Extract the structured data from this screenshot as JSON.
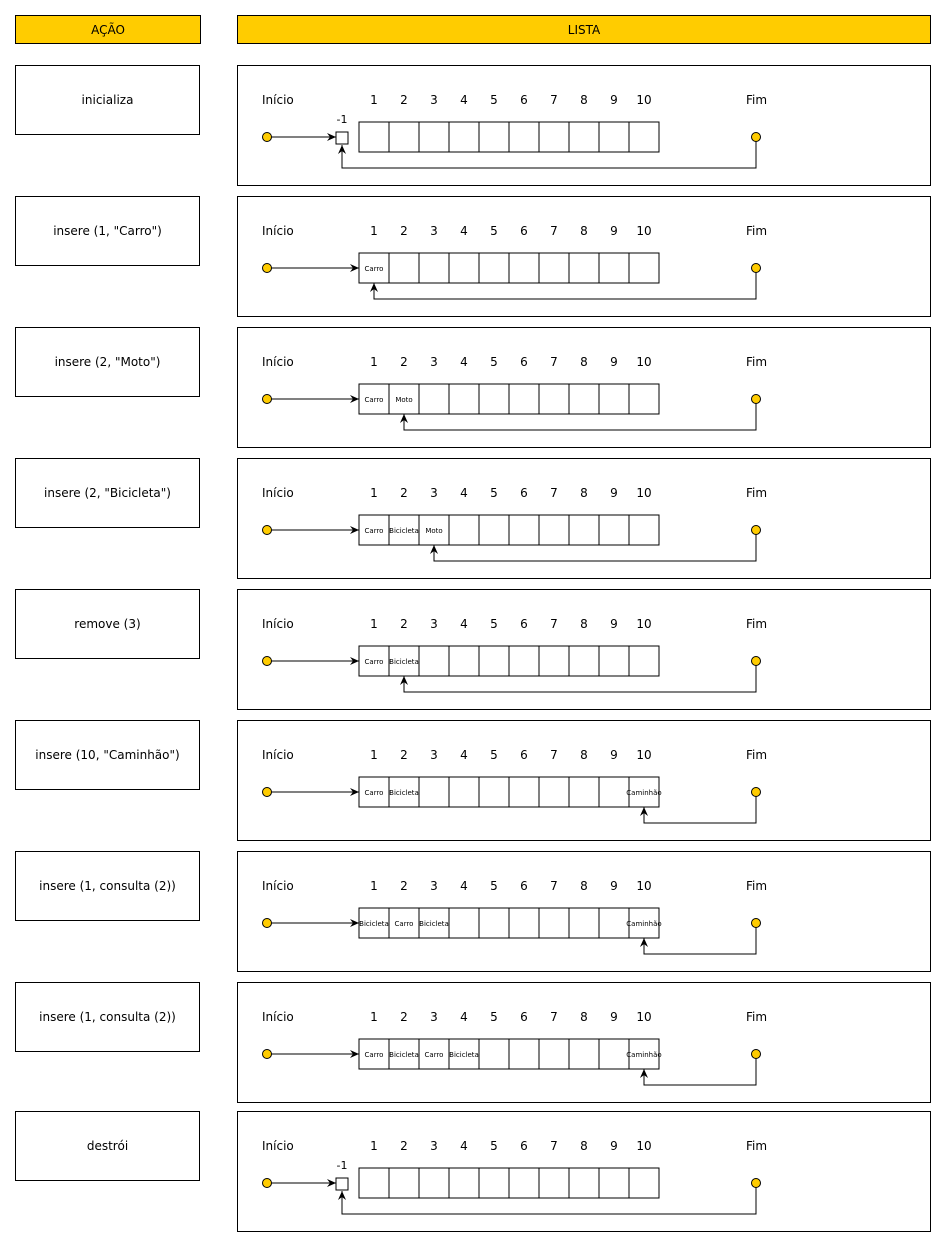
{
  "headers": {
    "action": "AÇÃO",
    "list": "LISTA"
  },
  "labels": {
    "start": "Início",
    "end": "Fim",
    "empty_marker": "-1"
  },
  "slot_numbers": [
    "1",
    "2",
    "3",
    "4",
    "5",
    "6",
    "7",
    "8",
    "9",
    "10"
  ],
  "colors": {
    "header_fill": "#ffcc00",
    "node_fill": "#ffcc00",
    "stroke": "#000000"
  },
  "steps": [
    {
      "action": "inicializa",
      "cells": [],
      "end_index": -1
    },
    {
      "action": "insere (1, \"Carro\")",
      "cells": [
        "Carro"
      ],
      "end_index": 0
    },
    {
      "action": "insere (2, \"Moto\")",
      "cells": [
        "Carro",
        "Moto"
      ],
      "end_index": 1
    },
    {
      "action": "insere (2, \"Bicicleta\")",
      "cells": [
        "Carro",
        "Bicicleta",
        "Moto"
      ],
      "end_index": 2
    },
    {
      "action": "remove (3)",
      "cells": [
        "Carro",
        "Bicicleta"
      ],
      "end_index": 1
    },
    {
      "action": "insere (10, \"Caminhão\")",
      "cells": [
        "Carro",
        "Bicicleta",
        "",
        "",
        "",
        "",
        "",
        "",
        "",
        "Caminhão"
      ],
      "end_index": 9
    },
    {
      "action": "insere (1, consulta (2))",
      "cells": [
        "Bicicleta",
        "Carro",
        "Bicicleta",
        "",
        "",
        "",
        "",
        "",
        "",
        "Caminhão"
      ],
      "end_index": 9
    },
    {
      "action": "insere (1, consulta (2))",
      "cells": [
        "Carro",
        "Bicicleta",
        "Carro",
        "Bicicleta",
        "",
        "",
        "",
        "",
        "",
        "Caminhão"
      ],
      "end_index": 9
    },
    {
      "action": "destrói",
      "cells": [],
      "end_index": -1
    }
  ]
}
